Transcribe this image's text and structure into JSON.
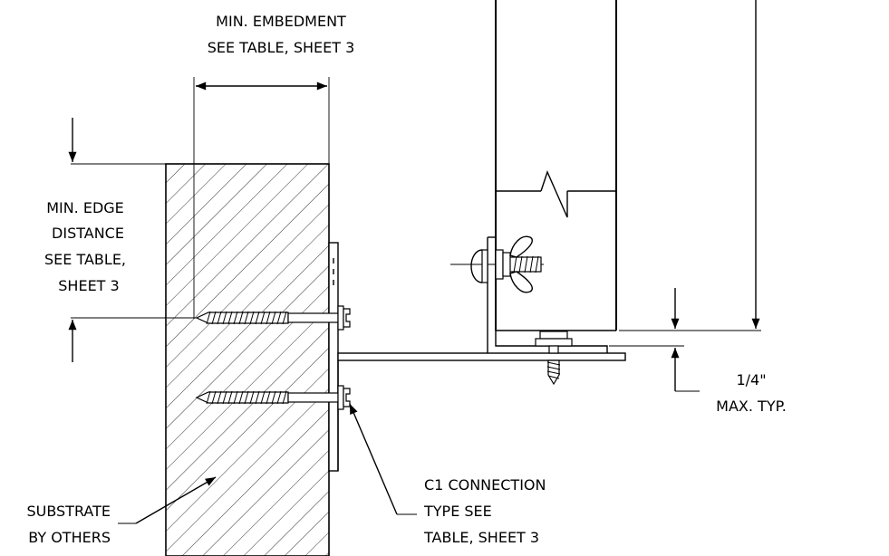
{
  "labels": {
    "embedment_line1": "MIN. EMBEDMENT",
    "embedment_line2": "SEE TABLE, SHEET 3",
    "edge_line1": "MIN. EDGE",
    "edge_line2": "DISTANCE",
    "edge_line3": "SEE TABLE,",
    "edge_line4": "SHEET 3",
    "gap_line1": "1/4\"",
    "gap_line2": "MAX. TYP.",
    "c1_line1": "C1 CONNECTION",
    "c1_line2": "TYPE SEE",
    "c1_line3": "TABLE, SHEET 3",
    "substrate_line1": "SUBSTRATE",
    "substrate_line2": "BY OTHERS"
  }
}
